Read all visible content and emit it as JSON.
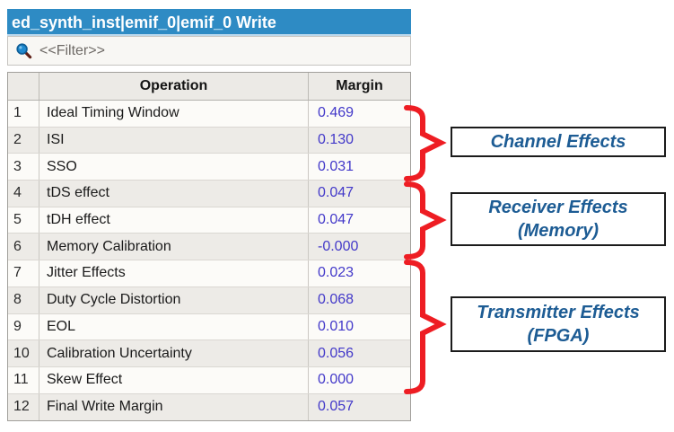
{
  "window": {
    "title": "ed_synth_inst|emif_0|emif_0 Write"
  },
  "filter": {
    "placeholder": "<<Filter>>"
  },
  "table": {
    "columns": {
      "index": "",
      "operation": "Operation",
      "margin": "Margin"
    },
    "rows": [
      {
        "num": "1",
        "operation": "Ideal Timing Window",
        "margin": "0.469"
      },
      {
        "num": "2",
        "operation": "ISI",
        "margin": "0.130"
      },
      {
        "num": "3",
        "operation": "SSO",
        "margin": "0.031"
      },
      {
        "num": "4",
        "operation": "tDS effect",
        "margin": "0.047"
      },
      {
        "num": "5",
        "operation": "tDH effect",
        "margin": "0.047"
      },
      {
        "num": "6",
        "operation": "Memory Calibration",
        "margin": "-0.000"
      },
      {
        "num": "7",
        "operation": "Jitter Effects",
        "margin": "0.023"
      },
      {
        "num": "8",
        "operation": "Duty Cycle Distortion",
        "margin": "0.068"
      },
      {
        "num": "9",
        "operation": "EOL",
        "margin": "0.010"
      },
      {
        "num": "10",
        "operation": "Calibration Uncertainty",
        "margin": "0.056"
      },
      {
        "num": "11",
        "operation": "Skew Effect",
        "margin": "0.000"
      },
      {
        "num": "12",
        "operation": "Final Write Margin",
        "margin": "0.057"
      }
    ]
  },
  "annotations": {
    "brace_color": "#ee1d23",
    "label_color": "#1d5c94",
    "groups": [
      {
        "lines": [
          "Channel Effects"
        ],
        "covers_rows": "1-3"
      },
      {
        "lines": [
          "Receiver Effects",
          "(Memory)"
        ],
        "covers_rows": "4-6"
      },
      {
        "lines": [
          "Transmitter Effects",
          "(FPGA)"
        ],
        "covers_rows": "7-11"
      }
    ]
  },
  "colors": {
    "titlebar": "#2e8bc4",
    "margin_value": "#4238c9",
    "row_odd": "#fcfbf8",
    "row_even": "#edebe7"
  }
}
